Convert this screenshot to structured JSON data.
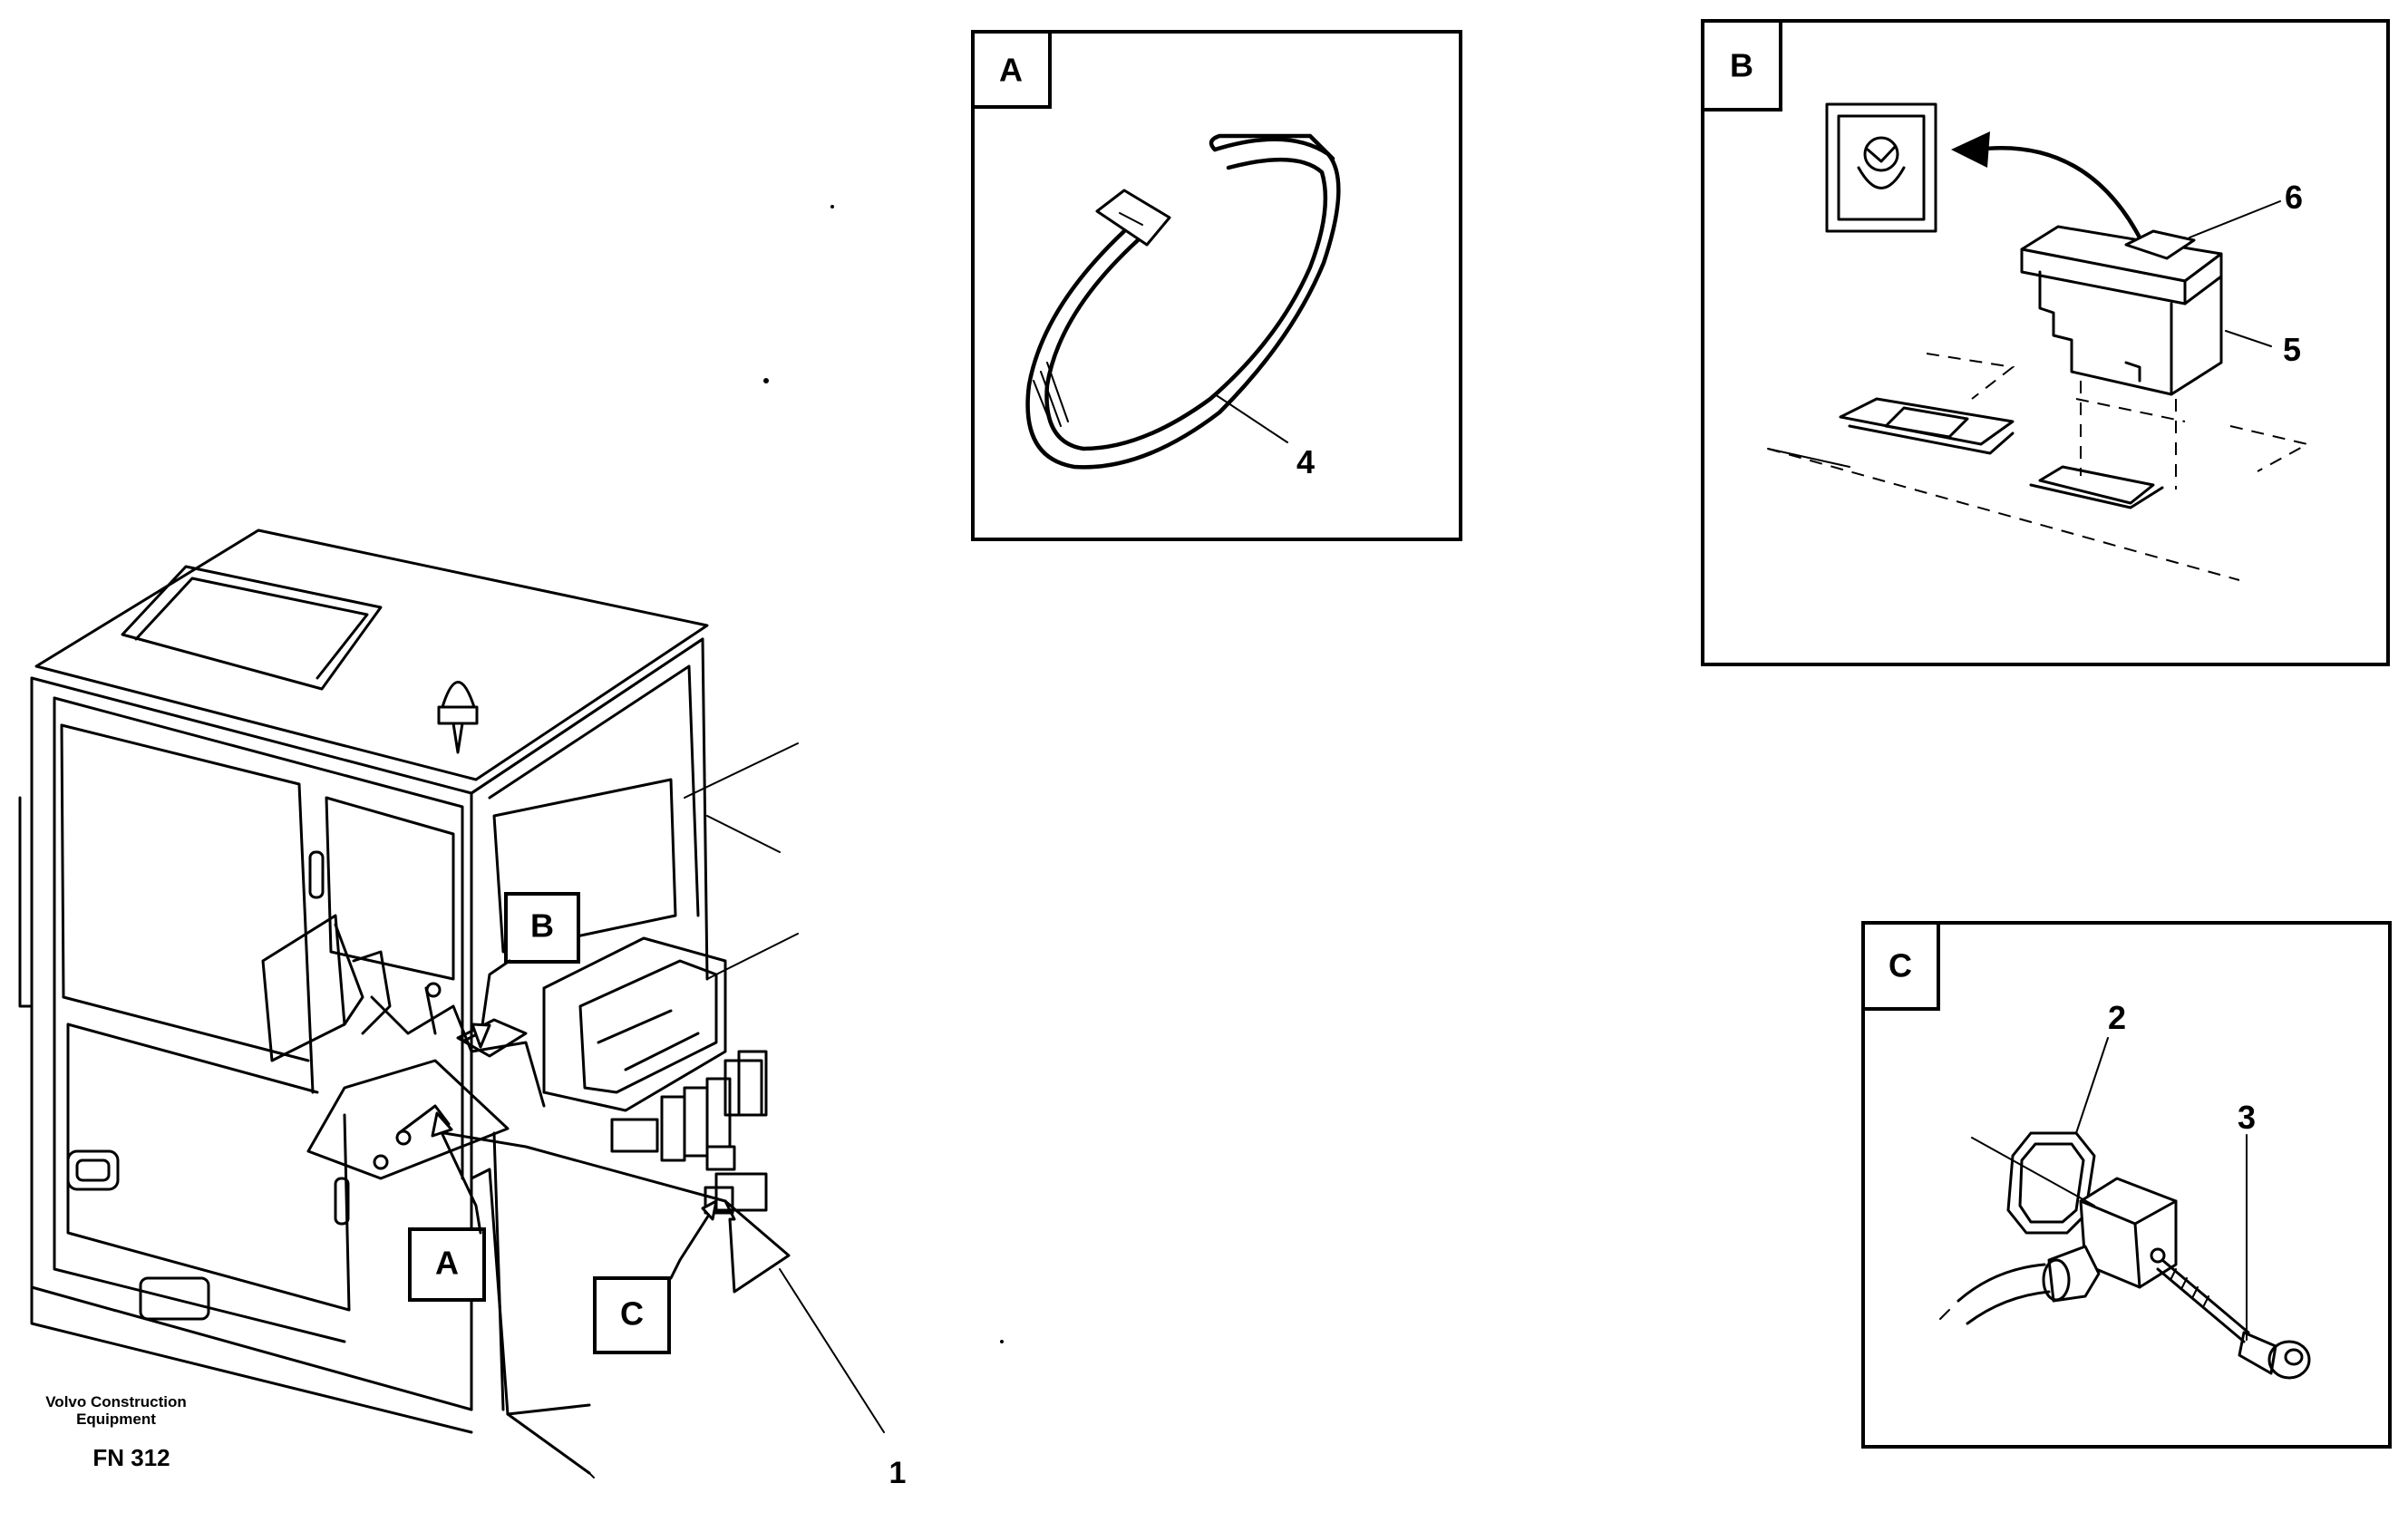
{
  "footer": {
    "brand_line1": "Volvo Construction",
    "brand_line2": "Equipment",
    "figure_code": "FN 312"
  },
  "callouts": {
    "A": "A",
    "B": "B",
    "C": "C"
  },
  "detail_panels": {
    "A": {
      "tag": "A"
    },
    "B": {
      "tag": "B"
    },
    "C": {
      "tag": "C"
    }
  },
  "part_numbers": {
    "p1": "1",
    "p2": "2",
    "p3": "3",
    "p4": "4",
    "p5": "5",
    "p6": "6"
  }
}
